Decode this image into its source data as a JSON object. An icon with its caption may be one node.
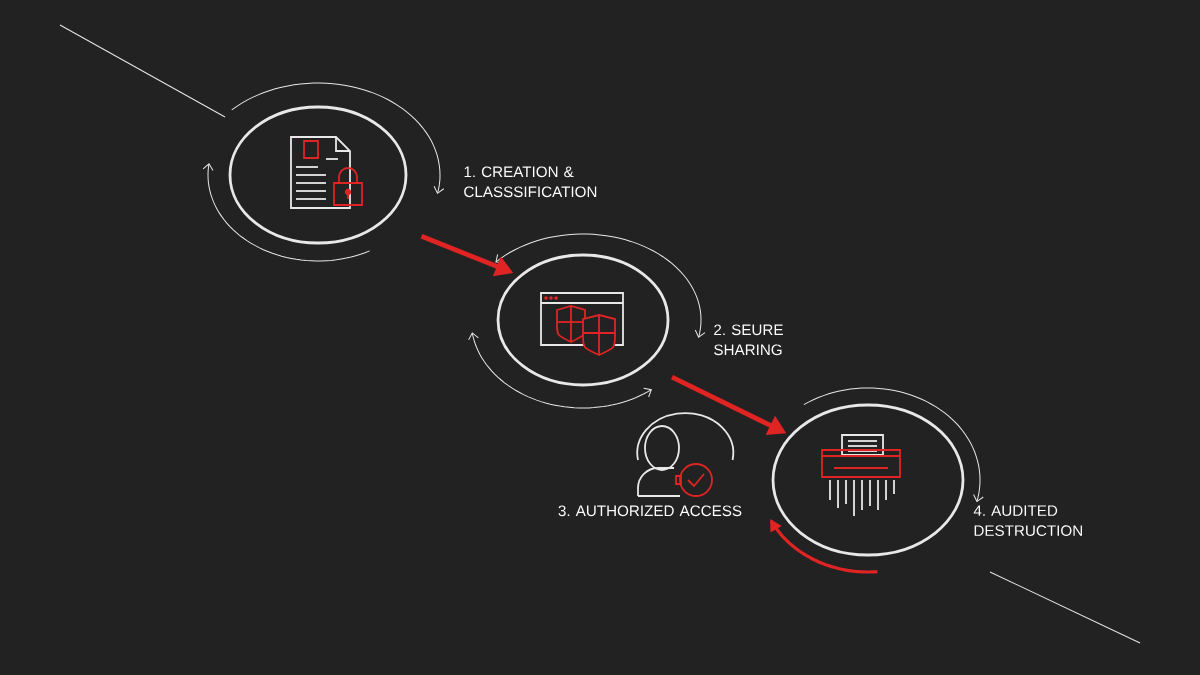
{
  "diagram": {
    "nodes": [
      {
        "text": [],
        "shape": "circle",
        "beside": [
          "1. CREATION & CLASSSIFICATION"
        ]
      },
      {
        "text": [],
        "shape": "circle",
        "beside": [
          "2. SEURE SHARING"
        ]
      },
      {
        "text": [],
        "shape": "person",
        "beside": [
          "3. AUTHORIZED ACCESS"
        ]
      },
      {
        "text": [],
        "shape": "circle",
        "beside": [
          "4. AUDITED DESTRUCTION"
        ]
      }
    ],
    "edges": [
      {
        "from": 0,
        "to": 1,
        "arrow": "to"
      },
      {
        "from": 1,
        "to": 3,
        "arrow": "to"
      }
    ]
  }
}
